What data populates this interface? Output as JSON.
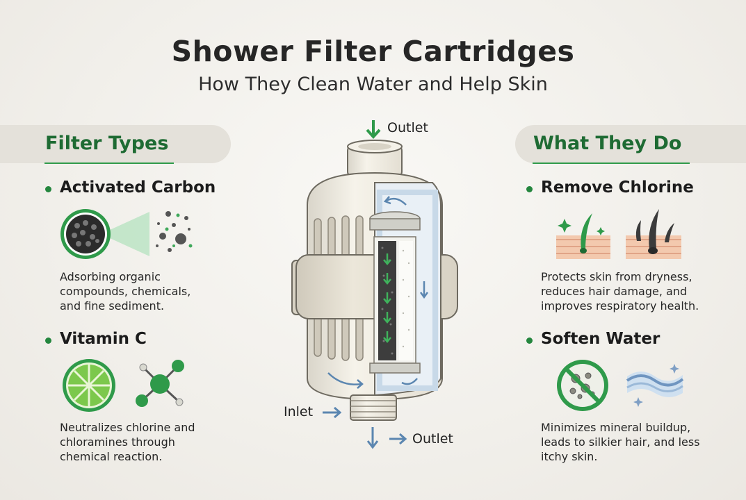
{
  "title": "Shower Filter Cartridges",
  "subtitle": "How They Clean Water and Help Skin",
  "left_panel": {
    "heading": "Filter Types",
    "items": [
      {
        "name": "Activated Carbon",
        "description": "Adsorbing organic\ncompounds, chemicals,\nand fine sediment.",
        "icons": [
          "carbon-granules-icon",
          "particles-icon"
        ]
      },
      {
        "name": "Vitamin C",
        "description": "Neutralizes chlorine and\nchloramines through\nchemical reaction.",
        "icons": [
          "lime-slice-icon",
          "molecule-icon"
        ]
      }
    ]
  },
  "right_panel": {
    "heading": "What They Do",
    "items": [
      {
        "name": "Remove Chlorine",
        "description": "Protects skin from dryness,\nreduces hair damage, and\nimproves respiratory health.",
        "icons": [
          "healthy-hair-skin-icon",
          "damaged-hair-skin-icon"
        ]
      },
      {
        "name": "Soften Water",
        "description": "Minimizes mineral buildup,\nleads to silkier hair, and less\nitchy skin.",
        "icons": [
          "no-minerals-icon",
          "silky-water-icon"
        ]
      }
    ]
  },
  "diagram_labels": {
    "top_outlet": "Outlet",
    "inlet": "Inlet",
    "bottom_outlet": "Outlet"
  },
  "colors": {
    "green": "#2f9a4a",
    "dark_green": "#1e6b33",
    "water_blue": "#5b86b0",
    "band": "#e4e1da"
  }
}
